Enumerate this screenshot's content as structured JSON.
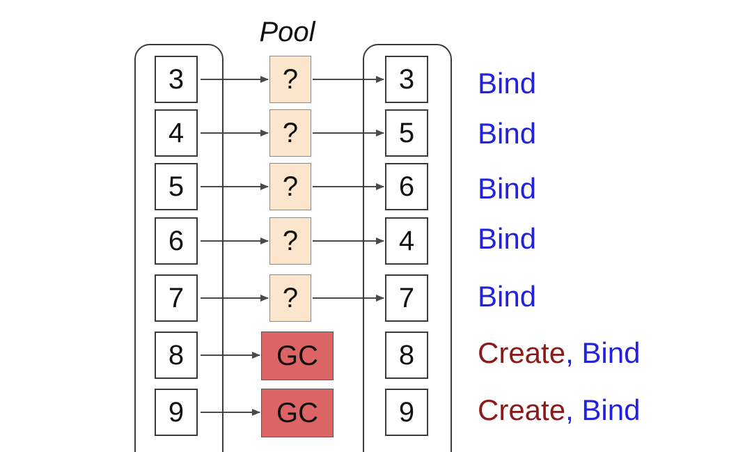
{
  "pool_label": "Pool",
  "colors": {
    "bind": "#2222dd",
    "create": "#8b1a1a",
    "pool_fill": "#fbe5cd",
    "gc_fill": "#dd6464",
    "frame": "#3a3a3a"
  },
  "rows": [
    {
      "left": "3",
      "pool": "?",
      "pool_kind": "pool",
      "right": "3",
      "actions": [
        {
          "text": "Bind",
          "kind": "bind"
        }
      ]
    },
    {
      "left": "4",
      "pool": "?",
      "pool_kind": "pool",
      "right": "5",
      "actions": [
        {
          "text": "Bind",
          "kind": "bind"
        }
      ]
    },
    {
      "left": "5",
      "pool": "?",
      "pool_kind": "pool",
      "right": "6",
      "actions": [
        {
          "text": "Bind",
          "kind": "bind"
        }
      ]
    },
    {
      "left": "6",
      "pool": "?",
      "pool_kind": "pool",
      "right": "4",
      "actions": [
        {
          "text": "Bind",
          "kind": "bind"
        }
      ]
    },
    {
      "left": "7",
      "pool": "?",
      "pool_kind": "pool",
      "right": "7",
      "actions": [
        {
          "text": "Bind",
          "kind": "bind"
        }
      ]
    },
    {
      "left": "8",
      "pool": "GC",
      "pool_kind": "gc",
      "right": "8",
      "actions": [
        {
          "text": "Create",
          "kind": "create"
        },
        {
          "text": ", ",
          "kind": "separator"
        },
        {
          "text": "Bind",
          "kind": "bind"
        }
      ]
    },
    {
      "left": "9",
      "pool": "GC",
      "pool_kind": "gc",
      "right": "9",
      "actions": [
        {
          "text": "Create",
          "kind": "create"
        },
        {
          "text": ", ",
          "kind": "separator"
        },
        {
          "text": "Bind",
          "kind": "bind"
        }
      ]
    }
  ]
}
